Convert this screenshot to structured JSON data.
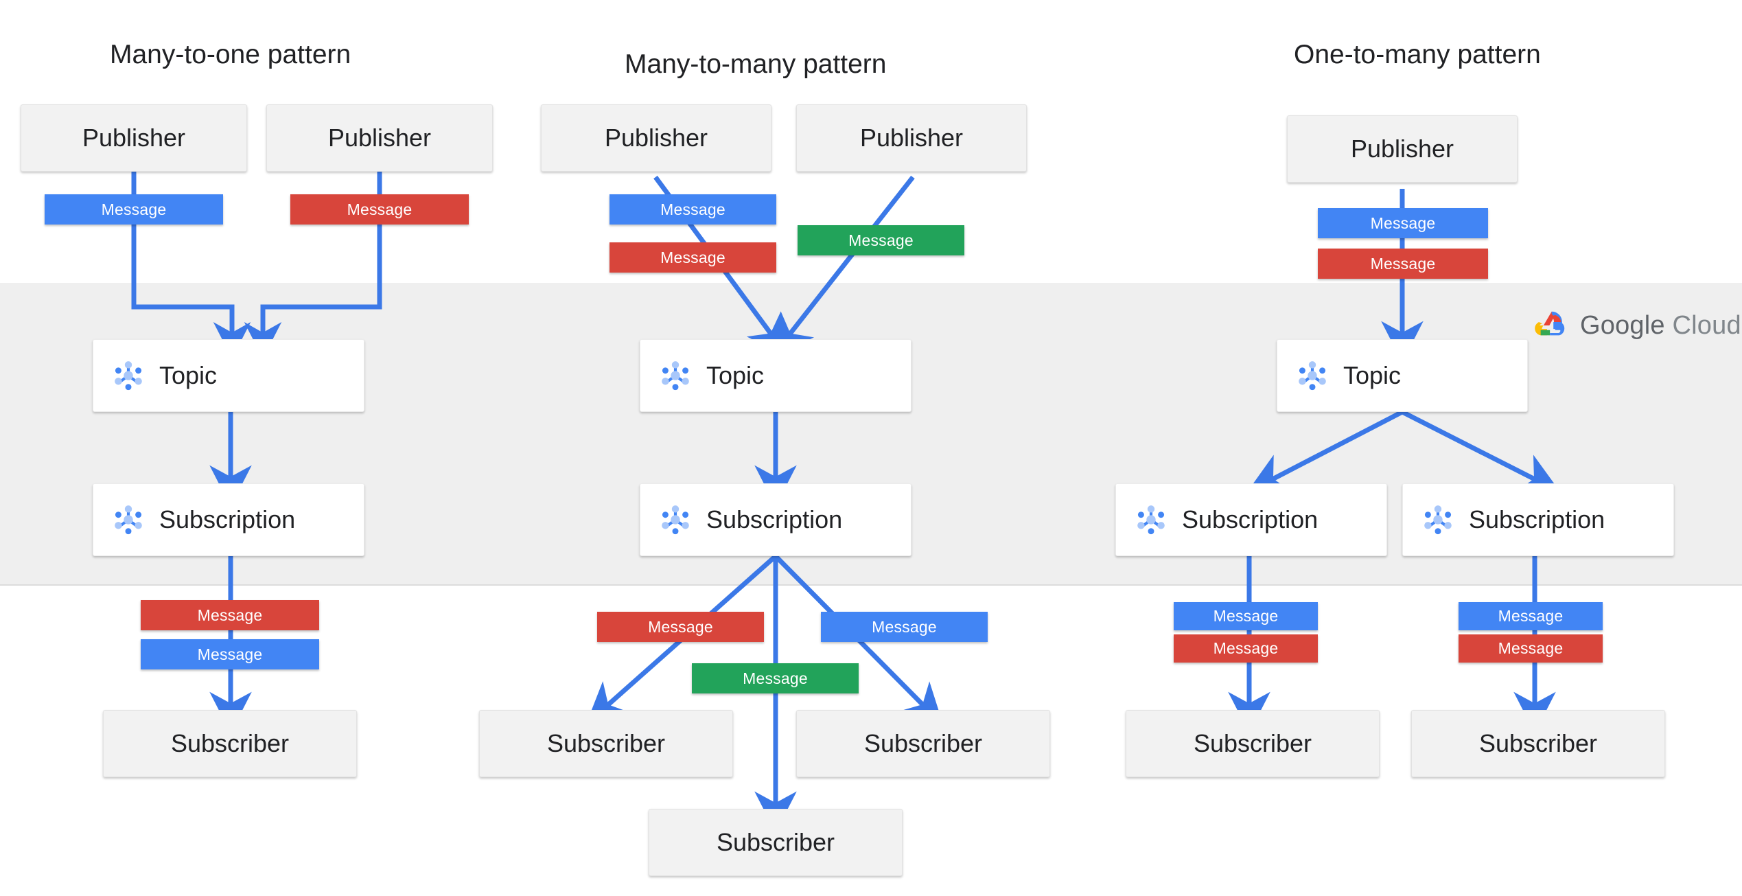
{
  "colors": {
    "message_blue": "#4285f4",
    "message_red": "#d8453b",
    "message_green": "#22a35a",
    "arrow_blue": "#3b78e7",
    "band_gray": "#efefef",
    "box_gray": "#f2f2f2"
  },
  "brand": {
    "name_primary": "Google",
    "name_secondary": "Cloud",
    "icon": "google-cloud-logo"
  },
  "labels": {
    "publisher": "Publisher",
    "subscriber": "Subscriber",
    "topic": "Topic",
    "subscription": "Subscription",
    "message": "Message"
  },
  "columns": [
    {
      "id": "many-to-one",
      "title": "Many-to-one pattern",
      "publishers": [
        "Publisher",
        "Publisher"
      ],
      "publisher_messages": [
        "Message",
        "Message"
      ],
      "publisher_message_colors": [
        "blue",
        "red"
      ],
      "topics": [
        "Topic"
      ],
      "subscriptions": [
        "Subscription"
      ],
      "subscriber_messages": [
        "Message",
        "Message"
      ],
      "subscriber_message_colors": [
        "red",
        "blue"
      ],
      "subscribers": [
        "Subscriber"
      ]
    },
    {
      "id": "many-to-many",
      "title": "Many-to-many  pattern",
      "publishers": [
        "Publisher",
        "Publisher"
      ],
      "publisher_messages": [
        "Message",
        "Message",
        "Message"
      ],
      "publisher_message_colors": [
        "blue",
        "red",
        "green"
      ],
      "topics": [
        "Topic"
      ],
      "subscriptions": [
        "Subscription"
      ],
      "subscriber_messages": [
        "Message",
        "Message",
        "Message"
      ],
      "subscriber_message_colors": [
        "red",
        "blue",
        "green"
      ],
      "subscribers": [
        "Subscriber",
        "Subscriber",
        "Subscriber"
      ]
    },
    {
      "id": "one-to-many",
      "title": "One-to-many pattern",
      "publishers": [
        "Publisher"
      ],
      "publisher_messages": [
        "Message",
        "Message"
      ],
      "publisher_message_colors": [
        "blue",
        "red"
      ],
      "topics": [
        "Topic"
      ],
      "subscriptions": [
        "Subscription",
        "Subscription"
      ],
      "subscriber_messages": [
        "Message",
        "Message",
        "Message",
        "Message"
      ],
      "subscriber_message_colors": [
        "blue",
        "red",
        "blue",
        "red"
      ],
      "subscribers": [
        "Subscriber",
        "Subscriber"
      ]
    }
  ],
  "chart_data": {
    "type": "diagram",
    "title": "Google Cloud Pub/Sub messaging patterns",
    "nodes": [
      {
        "col": "many-to-one",
        "tier": "publisher",
        "label": "Publisher",
        "index": 0
      },
      {
        "col": "many-to-one",
        "tier": "publisher",
        "label": "Publisher",
        "index": 1
      },
      {
        "col": "many-to-one",
        "tier": "topic",
        "label": "Topic",
        "index": 0
      },
      {
        "col": "many-to-one",
        "tier": "subscription",
        "label": "Subscription",
        "index": 0
      },
      {
        "col": "many-to-one",
        "tier": "subscriber",
        "label": "Subscriber",
        "index": 0
      },
      {
        "col": "many-to-many",
        "tier": "publisher",
        "label": "Publisher",
        "index": 0
      },
      {
        "col": "many-to-many",
        "tier": "publisher",
        "label": "Publisher",
        "index": 1
      },
      {
        "col": "many-to-many",
        "tier": "topic",
        "label": "Topic",
        "index": 0
      },
      {
        "col": "many-to-many",
        "tier": "subscription",
        "label": "Subscription",
        "index": 0
      },
      {
        "col": "many-to-many",
        "tier": "subscriber",
        "label": "Subscriber",
        "index": 0
      },
      {
        "col": "many-to-many",
        "tier": "subscriber",
        "label": "Subscriber",
        "index": 1
      },
      {
        "col": "many-to-many",
        "tier": "subscriber",
        "label": "Subscriber",
        "index": 2
      },
      {
        "col": "one-to-many",
        "tier": "publisher",
        "label": "Publisher",
        "index": 0
      },
      {
        "col": "one-to-many",
        "tier": "topic",
        "label": "Topic",
        "index": 0
      },
      {
        "col": "one-to-many",
        "tier": "subscription",
        "label": "Subscription",
        "index": 0
      },
      {
        "col": "one-to-many",
        "tier": "subscription",
        "label": "Subscription",
        "index": 1
      },
      {
        "col": "one-to-many",
        "tier": "subscriber",
        "label": "Subscriber",
        "index": 0
      },
      {
        "col": "one-to-many",
        "tier": "subscriber",
        "label": "Subscriber",
        "index": 1
      }
    ]
  }
}
